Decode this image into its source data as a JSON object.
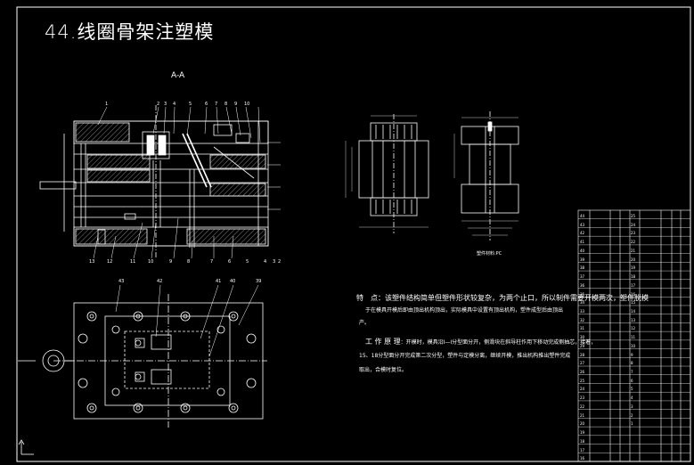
{
  "title": "44.线圈骨架注塑模",
  "section_label": "A-A",
  "notes": {
    "feature_heading": "特　点",
    "feature_line_1": "：该塑件结构简单但塑件形状较复杂，为两个止口，所以制件需要开模两次，塑件脱模",
    "feature_line_2": "于在模具开模后即由顶出机构顶出，实际模具中设置有顶出机构，塑件成型后由顶出",
    "feature_line_3": "产。",
    "work_heading": "工 作 原 理",
    "work_line_1": "：开模时，模具沿I—I分型面分开，侧滑块在斜导柱作用下移动完成侧抽芯，接着，",
    "work_line_2": "15、18分型面分开完成第二次分型，塑件与定模分离，继续开模，推出机构推出塑件完成",
    "work_line_3": "取出，合模时复位。"
  },
  "part_caption": "塑件材料:PC",
  "labels": {
    "top_numbers": [
      "1",
      "2",
      "3",
      "4",
      "5",
      "6",
      "7",
      "8",
      "9",
      "10"
    ],
    "bottom_numbers": [
      "13",
      "12",
      "11",
      "10",
      "9",
      "8",
      "7",
      "6",
      "5",
      "4",
      "3",
      "2"
    ],
    "plan_numbers": [
      "43",
      "42",
      "41",
      "40",
      "39"
    ]
  },
  "bom": {
    "left_numbers": [
      "44",
      "43",
      "42",
      "41",
      "40",
      "39",
      "38",
      "37",
      "36",
      "35",
      "34",
      "33",
      "32",
      "31",
      "30",
      "29",
      "28",
      "27",
      "26",
      "25",
      "24",
      "23",
      "22",
      "21",
      "20",
      "19",
      "18",
      "17",
      "16"
    ],
    "right_numbers": [
      "25",
      "24",
      "23",
      "22",
      "21",
      "20",
      "19",
      "18",
      "17",
      "16",
      "15",
      "14",
      "13",
      "12",
      "11",
      "10",
      "9",
      "8",
      "7",
      "6",
      "5",
      "4",
      "3",
      "2",
      "1"
    ]
  },
  "colors": {
    "background": "#000000",
    "line": "#ffffff",
    "dim": "#c8c8c8"
  }
}
